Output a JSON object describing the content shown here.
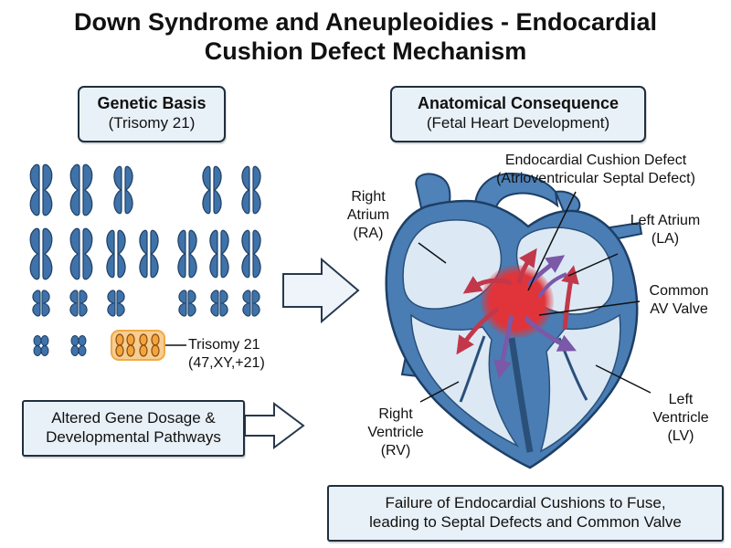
{
  "title": {
    "line1": "Down Syndrome and Aneupleoidies - Endocardial",
    "line2": "Cushion Defect Mechanism"
  },
  "genetic_basis": {
    "heading": "Genetic Basis",
    "subheading": "(Trisomy 21)"
  },
  "anatomical": {
    "heading": "Anatomical Consequence",
    "subheading": "(Fetal Heart Development)"
  },
  "trisomy_label": {
    "line1": "Trisomy 21",
    "line2": "(47,XY,+21)"
  },
  "gene_dosage": {
    "line1": "Altered Gene Dosage &",
    "line2": "Developmental Pathways"
  },
  "heart_labels": {
    "cushion_line1": "Endocardial Cushion Defect",
    "cushion_line2": "(Atrioventricular Septal Defect)",
    "ra_line1": "Right",
    "ra_line2": "Atrium",
    "ra_line3": "(RA)",
    "la_line1": "Left Atrium",
    "la_line2": "(LA)",
    "av_line1": "Common",
    "av_line2": "AV Valve",
    "rv_line1": "Right",
    "rv_line2": "Ventricle",
    "rv_line3": "(RV)",
    "lv_line1": "Left",
    "lv_line2": "Ventricle",
    "lv_line3": "(LV)"
  },
  "conclusion": {
    "line1": "Failure of Endocardial Cushions to Fuse,",
    "line2": "leading to Septal Defects and Common Valve"
  },
  "colors": {
    "chromosome": "#3f72a8",
    "trisomy_highlight": "#f3a53c",
    "heart_outline": "#3b6fa3",
    "heart_fill": "#dce9f5",
    "defect": "#e0343a",
    "arrow_red": "#c2384a",
    "arrow_purple": "#7b58a8"
  }
}
